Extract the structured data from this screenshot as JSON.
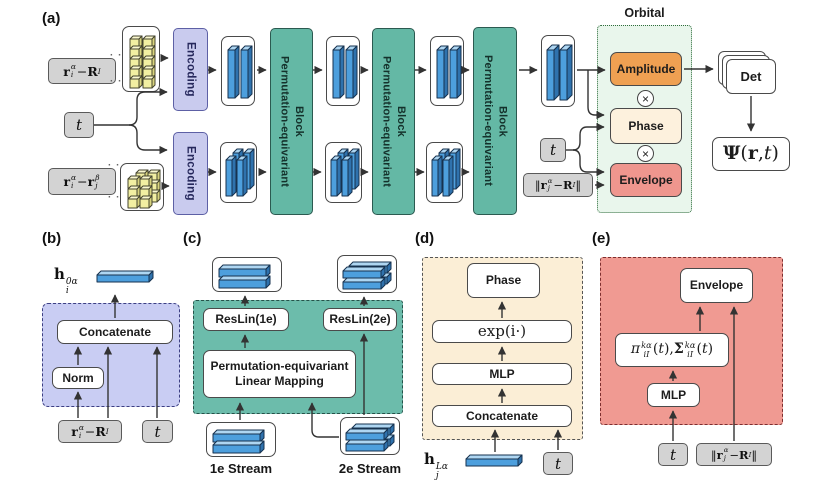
{
  "colors": {
    "teal": "#64b8a5",
    "teal_border": "#2b5a50",
    "lavender": "#c9cbee",
    "lavender_border": "#5d60a5",
    "gray": "#d3d3d3",
    "gray_border": "#5a5a5a",
    "white_border": "#4a4a4a",
    "orbital_bg": "#e9f6ec",
    "orbital_border": "#2f6b3c",
    "amplitude": "#efa052",
    "phase": "#fdf1dd",
    "envelope": "#ef968e",
    "panel_b": "#c9cdf3",
    "panel_b_border": "#3c3f82",
    "panel_c": "#6cbcab",
    "panel_c_border": "#26524a",
    "panel_d": "#fbeed6",
    "panel_d_border": "#555555",
    "panel_e": "#f09a92",
    "panel_e_border": "#7d2f2f",
    "slab_blue_front": "#4d9fdd",
    "slab_blue_top": "#aed6f2",
    "slab_blue_side": "#2f72ad",
    "slab_blue_stroke": "#16324f",
    "cube_yellow_front": "#f2efa2",
    "cube_yellow_top": "#fbf9d0",
    "cube_yellow_side": "#d8d37e",
    "cube_yellow_stroke": "#44442e",
    "arrow": "#333333"
  },
  "math": {
    "t": "<i>t</i>",
    "elec_nuc": "<b>r</b><span class='ss'><span>α</span><span>i</span></span> − <b>R</b><span class='sb'>I</span>",
    "elec_elec": "<b>r</b><span class='ss'><span>α</span><span>i</span></span> − <b>r</b><span class='ss'><span>β</span><span>j</span></span>",
    "dist": "‖<b>r</b><span class='ss'><span>α</span><span>j</span></span> − <b>R</b><span class='sb'>I</span>‖",
    "h_initial": "<b>h</b><span class='ss'><span>0α</span><span>i</span></span>",
    "h_final": "<b>h</b><span class='ss'><span>Lα</span><span>j</span></span>",
    "psi": "<b>Ψ</b>(<b>r</b>, <i>t</i>)",
    "exp_i": "exp(i·)",
    "pi_sigma": "<i>π</i><span class='ss'><span>kα</span><span>iI</span></span>(<i>t</i>), <b>Σ</b><span class='ss'><span>kα</span><span>iI</span></span>(<i>t</i>)"
  },
  "panel_a": {
    "label": "(a)",
    "encoding_label": "Encoding",
    "pe_block_line1": "Permutation-equivariant",
    "pe_block_line2": "Block",
    "orbital_title": "Orbital",
    "amplitude_label": "Amplitude",
    "phase_label": "Phase",
    "envelope_label": "Envelope",
    "multiply_symbol": "×",
    "det_label": "Det",
    "dots": "· ·"
  },
  "panel_b": {
    "label": "(b)",
    "concatenate_label": "Concatenate",
    "norm_label": "Norm"
  },
  "panel_c": {
    "label": "(c)",
    "reslin_1e_label": "ResLin(1e)",
    "reslin_2e_label": "ResLin(2e)",
    "pelm_line1": "Permutation-equivariant",
    "pelm_line2": "Linear Mapping",
    "stream_1e_label": "1e Stream",
    "stream_2e_label": "2e Stream"
  },
  "panel_d": {
    "label": "(d)",
    "phase_label": "Phase",
    "mlp_label": "MLP",
    "concatenate_label": "Concatenate"
  },
  "panel_e": {
    "label": "(e)",
    "envelope_label": "Envelope",
    "mlp_label": "MLP"
  }
}
